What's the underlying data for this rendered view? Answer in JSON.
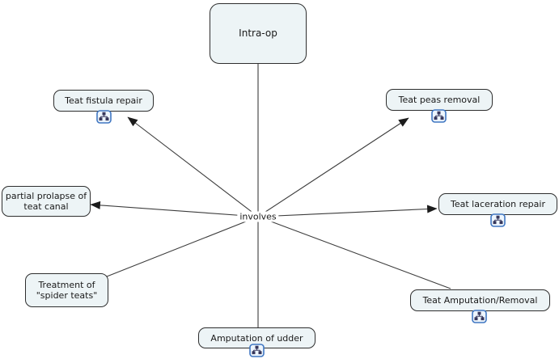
{
  "diagram": {
    "type": "concept-map",
    "linking_phrase": "involves",
    "nodes": [
      {
        "label": "Intra-op",
        "resource_icon": false
      },
      {
        "label": "Teat fistula repair",
        "resource_icon": true
      },
      {
        "label": "Teat peas removal",
        "resource_icon": true
      },
      {
        "label": "partial prolapse of teat canal",
        "resource_icon": false
      },
      {
        "label": "Teat laceration repair",
        "resource_icon": true
      },
      {
        "label": "Treatment of \"spider teats\"",
        "resource_icon": false
      },
      {
        "label": "Teat Amputation/Removal",
        "resource_icon": true
      },
      {
        "label": "Amputation of udder",
        "resource_icon": true
      }
    ],
    "edges": [
      {
        "from": "Intra-op",
        "to": "involves",
        "arrowhead": false
      },
      {
        "from": "involves",
        "to": "Teat fistula repair",
        "arrowhead": true
      },
      {
        "from": "involves",
        "to": "Teat peas removal",
        "arrowhead": true
      },
      {
        "from": "involves",
        "to": "partial prolapse of teat canal",
        "arrowhead": true
      },
      {
        "from": "involves",
        "to": "Teat laceration repair",
        "arrowhead": true
      },
      {
        "from": "involves",
        "to": "Treatment of \"spider teats\"",
        "arrowhead": false
      },
      {
        "from": "involves",
        "to": "Teat Amputation/Removal",
        "arrowhead": false
      },
      {
        "from": "involves",
        "to": "Amputation of udder",
        "arrowhead": false
      }
    ],
    "resource_icon_name": "concept-map-icon"
  },
  "colors": {
    "canvas": "#ffffff",
    "node_fill": "#edf4f6",
    "node_border": "#2e2e2e",
    "edge_line": "#3c3c3c",
    "arrowhead": "#1c1c1c",
    "icon_border": "#4077c2",
    "icon_fill": "#edf5fd",
    "text": "#1a1a1a"
  }
}
